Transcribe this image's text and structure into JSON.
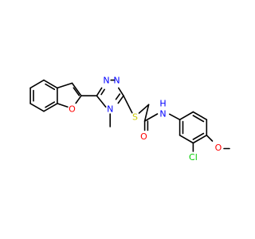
{
  "molecule": {
    "atoms": [
      {
        "id": "o_furan",
        "symbol": "O",
        "color": "#ff0000"
      },
      {
        "id": "n_tr1",
        "symbol": "N",
        "color": "#0000ff"
      },
      {
        "id": "n_tr2",
        "symbol": "N",
        "color": "#0000ff"
      },
      {
        "id": "n_tr4",
        "symbol": "N",
        "color": "#0000ff"
      },
      {
        "id": "s_thio",
        "symbol": "S",
        "color": "#cccc00"
      },
      {
        "id": "o_carbonyl",
        "symbol": "O",
        "color": "#ff0000"
      },
      {
        "id": "n_amide",
        "symbol": "N",
        "color": "#0000ff"
      },
      {
        "id": "h_amide",
        "symbol": "H",
        "color": "#0000ff"
      },
      {
        "id": "cl",
        "symbol": "Cl",
        "color": "#00cc00"
      },
      {
        "id": "o_methoxy",
        "symbol": "O",
        "color": "#ff0000"
      }
    ],
    "bond_color": "#000000",
    "background": "#ffffff"
  }
}
